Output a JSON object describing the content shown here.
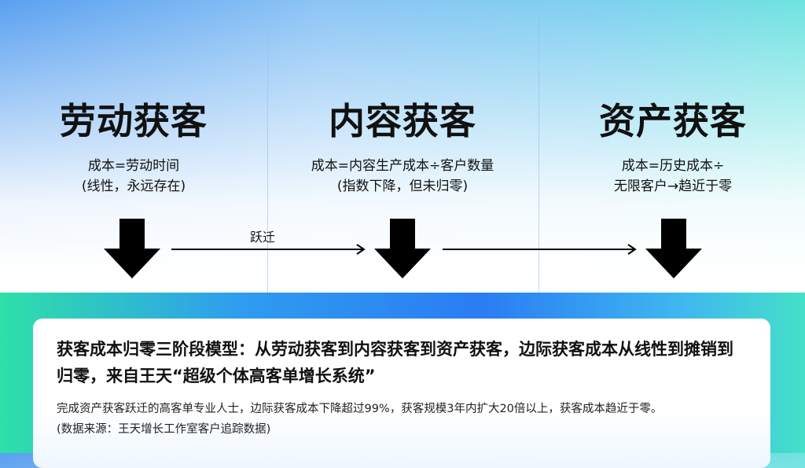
{
  "stages": [
    {
      "title": "劳动获客",
      "line1": "成本=劳动时间",
      "line2": "(线性，永远存在)"
    },
    {
      "title": "内容获客",
      "line1": "成本=内容生产成本÷客户数量",
      "line2": "(指数下降，但未归零)"
    },
    {
      "title": "资产获客",
      "line1": "成本=历史成本÷",
      "line2": "无限客户→趋近于零"
    }
  ],
  "transition_label": "跃迁",
  "card": {
    "title": "获客成本归零三阶段模型：从劳动获客到内容获客到资产获客，边际获客成本从线性到摊销到归零，来自王天“超级个体高客单增长系统”",
    "body": "完成资产获客跃迁的高客单专业人士，边际获客成本下降超过99%，获客规模3年内扩大20倍以上，获客成本趋近于零。",
    "source": "(数据来源：王天增长工作室客户追踪数据)"
  }
}
